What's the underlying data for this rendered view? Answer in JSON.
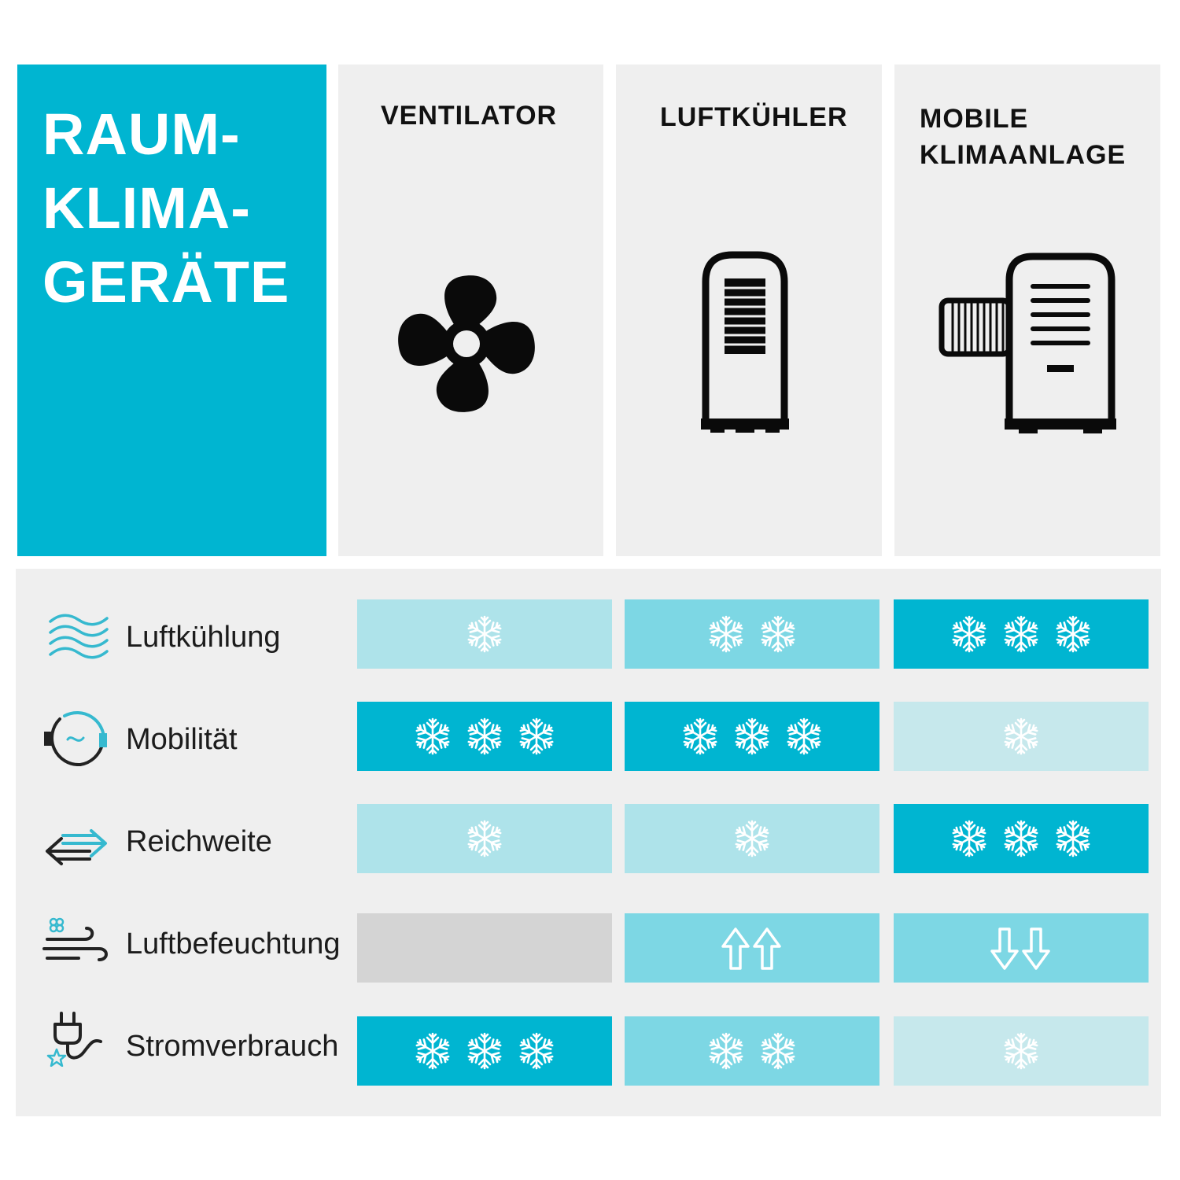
{
  "title": {
    "lines": [
      "RAUM-",
      "KLIMA-",
      "GERÄTE"
    ]
  },
  "devices": [
    {
      "title_lines": [
        "VENTILATOR"
      ],
      "icon": "fan-icon"
    },
    {
      "title_lines": [
        "LUFTKÜHLER"
      ],
      "icon": "air-cooler-icon"
    },
    {
      "title_lines": [
        "MOBILE",
        "KLIMAANLAGE"
      ],
      "icon": "portable-air-conditioner-icon"
    }
  ],
  "colors": {
    "accent": "#00b5d1",
    "level_3": "#00b5d1",
    "level_2": "#7dd7e4",
    "level_1": "#aee3ea",
    "not_applicable": "#d4d4d4",
    "panel": "#efefef"
  },
  "rows": [
    {
      "label": "Luftkühlung",
      "icon": "air-waves-icon",
      "cells": [
        {
          "rating": 1,
          "symbol": "snowflake"
        },
        {
          "rating": 2,
          "symbol": "snowflake"
        },
        {
          "rating": 3,
          "symbol": "snowflake"
        }
      ]
    },
    {
      "label": "Mobilität",
      "icon": "rotation-circle-icon",
      "cells": [
        {
          "rating": 3,
          "symbol": "snowflake"
        },
        {
          "rating": 3,
          "symbol": "snowflake"
        },
        {
          "rating": 1,
          "symbol": "snowflake"
        }
      ]
    },
    {
      "label": "Reichweite",
      "icon": "double-arrow-icon",
      "cells": [
        {
          "rating": 1,
          "symbol": "snowflake"
        },
        {
          "rating": 1,
          "symbol": "snowflake"
        },
        {
          "rating": 3,
          "symbol": "snowflake"
        }
      ]
    },
    {
      "label": "Luftbefeuchtung",
      "icon": "humidity-wind-icon",
      "cells": [
        {
          "rating": 0,
          "symbol": "none"
        },
        {
          "rating": 2,
          "symbol": "arrow-up"
        },
        {
          "rating": 2,
          "symbol": "arrow-down"
        }
      ]
    },
    {
      "label": "Stromverbrauch",
      "icon": "power-plug-icon",
      "cells": [
        {
          "rating": 3,
          "symbol": "snowflake"
        },
        {
          "rating": 2,
          "symbol": "snowflake"
        },
        {
          "rating": 1,
          "symbol": "snowflake"
        }
      ]
    }
  ]
}
